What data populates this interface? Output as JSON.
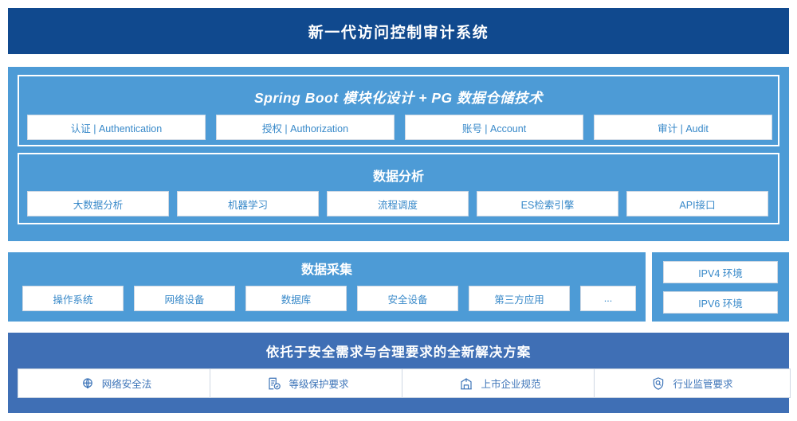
{
  "header": {
    "title": "新一代访问控制审计系统"
  },
  "colors": {
    "header_bg": "#10498e",
    "panel_blue": "#4d9bd6",
    "bottom_blue": "#3f6fb5",
    "chip_text": "#3889c9",
    "chip_text_dark": "#3d74b8"
  },
  "spring_section": {
    "title": "Spring Boot 模块化设计 + PG 数据仓储技术",
    "items": [
      {
        "label": "认证 | Authentication"
      },
      {
        "label": "授权 | Authorization"
      },
      {
        "label": "账号 | Account"
      },
      {
        "label": "审计 | Audit"
      }
    ]
  },
  "analysis_section": {
    "title": "数据分析",
    "items": [
      {
        "label": "大数据分析"
      },
      {
        "label": "机器学习"
      },
      {
        "label": "流程调度"
      },
      {
        "label": "ES检索引擎"
      },
      {
        "label": "API接口"
      }
    ]
  },
  "collect_section": {
    "title": "数据采集",
    "items": [
      {
        "label": "操作系统"
      },
      {
        "label": "网络设备"
      },
      {
        "label": "数据库"
      },
      {
        "label": "安全设备"
      },
      {
        "label": "第三方应用"
      },
      {
        "label": "..."
      }
    ]
  },
  "ipv_section": {
    "items": [
      {
        "label": "IPV4 环境"
      },
      {
        "label": "IPV6 环境"
      }
    ]
  },
  "bottom_section": {
    "title": "依托于安全需求与合理要求的全新解决方案",
    "items": [
      {
        "label": "网络安全法",
        "icon": "globe-network-icon"
      },
      {
        "label": "等级保护要求",
        "icon": "document-check-icon"
      },
      {
        "label": "上市企业规范",
        "icon": "bank-building-icon"
      },
      {
        "label": "行业监管要求",
        "icon": "shield-search-icon"
      }
    ]
  }
}
